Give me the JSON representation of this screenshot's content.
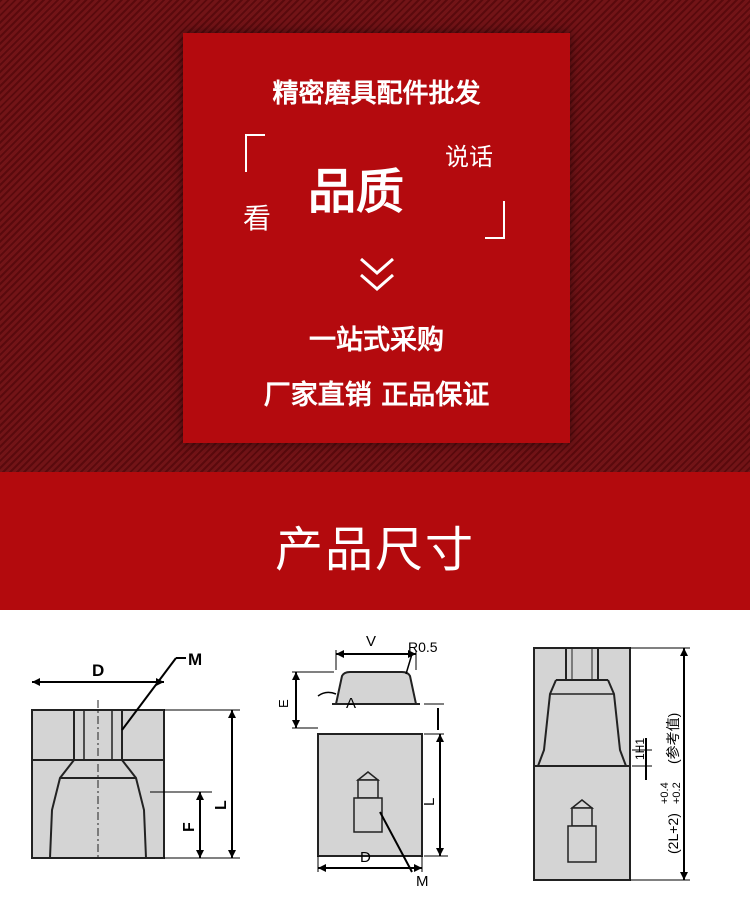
{
  "promo": {
    "headline": "精密磨具配件批发",
    "word_look": "看",
    "word_quality": "品质",
    "word_speak": "说话",
    "tag_onestop": "一站式采购",
    "tag_direct": "厂家直销  正品保证"
  },
  "section": {
    "title": "产品尺寸"
  },
  "drawing1": {
    "label_d": "D",
    "label_m": "M",
    "label_f": "F",
    "label_l": "L"
  },
  "drawing2": {
    "label_v": "V",
    "label_r": "R0.5",
    "label_e": "E",
    "label_a": "A",
    "label_l": "L",
    "label_d": "D",
    "label_m": "M"
  },
  "drawing3": {
    "label_gap": "1H1",
    "label_length": "(2L+2)",
    "label_tol_upper": "+0.4",
    "label_tol_lower": "+0.2",
    "label_ref": "(参考值)"
  },
  "colors": {
    "maroon": "#6e0c10",
    "panel_red": "#b40a0e",
    "band_red": "#b30a0d",
    "drawing_gray": "#d4d4d4"
  }
}
